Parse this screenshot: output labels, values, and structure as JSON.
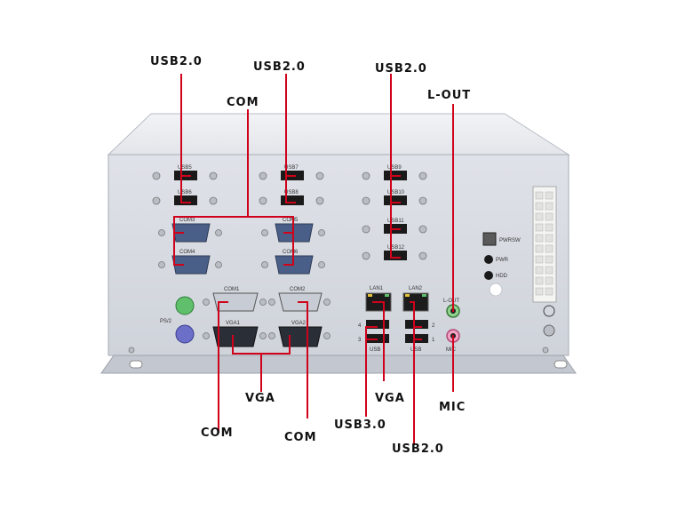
{
  "callouts": {
    "usb20_left": "USB2.0",
    "usb20_mid": "USB2.0",
    "usb20_right": "USB2.0",
    "com_top": "COM",
    "lout": "L-OUT",
    "vga_left": "VGA",
    "com_bottom_left": "COM",
    "com_bottom_right": "COM",
    "vga_right": "VGA",
    "usb30": "USB3.0",
    "mic": "MIC",
    "usb20_bottom": "USB2.0"
  },
  "panel_labels": {
    "usb5": "USB5",
    "usb6": "USB6",
    "usb7": "USB7",
    "usb8": "USB8",
    "usb9": "USB9",
    "usb10": "USB10",
    "usb11": "USB11",
    "usb12": "USB12",
    "com3": "COM3",
    "com4": "COM4",
    "com5": "COM5",
    "com6": "COM6",
    "com1": "COM1",
    "com2": "COM2",
    "vga1": "VGA1",
    "vga2": "VGA2",
    "ps2": "PS/2",
    "lan1": "LAN1",
    "lan2": "LAN2",
    "usb_a": "USB",
    "usb_b": "USB",
    "n4": "4",
    "n3": "3",
    "n2": "2",
    "n1": "1",
    "lout": "L-OUT",
    "mic": "MIC",
    "pwrsw": "PWRSW",
    "pwr": "PWR",
    "hdd": "HDD"
  },
  "colors": {
    "leader": "#d0021b",
    "chassis": "#d9dde4",
    "chassis_top": "#eceef2",
    "port_black": "#1a1a1a",
    "com_blue": "#4a5f88"
  }
}
